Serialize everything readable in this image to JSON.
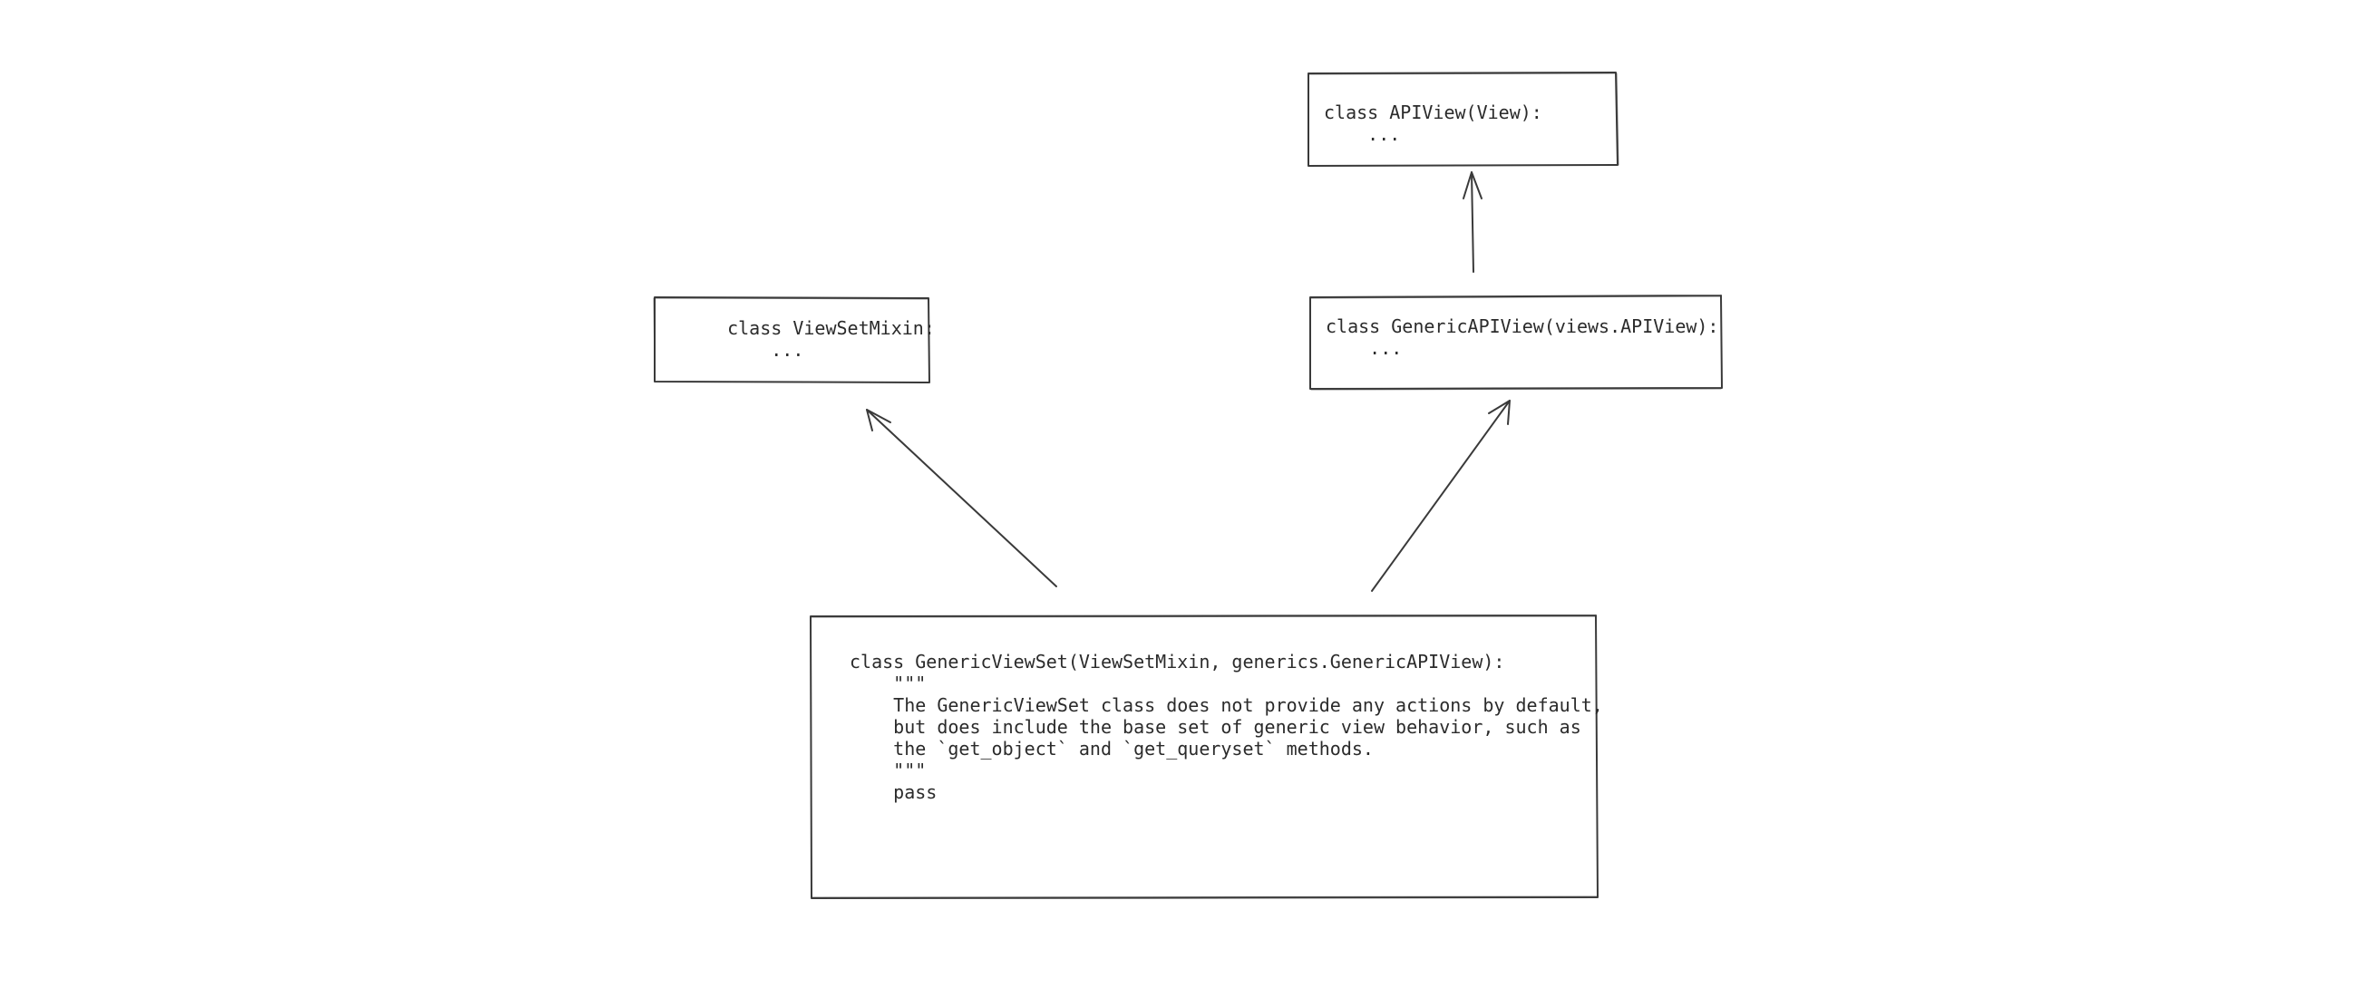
{
  "nodes": {
    "apiview": {
      "lines": [
        "class APIView(View):",
        "    ..."
      ]
    },
    "generic_apiview": {
      "lines": [
        "class GenericAPIView(views.APIView):",
        "    ..."
      ]
    },
    "viewsetmixin": {
      "lines": [
        "  class ViewSetMixin:",
        "      ..."
      ]
    },
    "genericviewset": {
      "lines": [
        "class GenericViewSet(ViewSetMixin, generics.GenericAPIView):",
        "    \"\"\"",
        "    The GenericViewSet class does not provide any actions by default,",
        "    but does include the base set of generic view behavior, such as",
        "    the `get_object` and `get_queryset` methods.",
        "    \"\"\"",
        "    pass"
      ]
    }
  },
  "edges": [
    {
      "from": "genericviewset",
      "to": "viewsetmixin"
    },
    {
      "from": "genericviewset",
      "to": "generic_apiview"
    },
    {
      "from": "generic_apiview",
      "to": "apiview"
    }
  ]
}
